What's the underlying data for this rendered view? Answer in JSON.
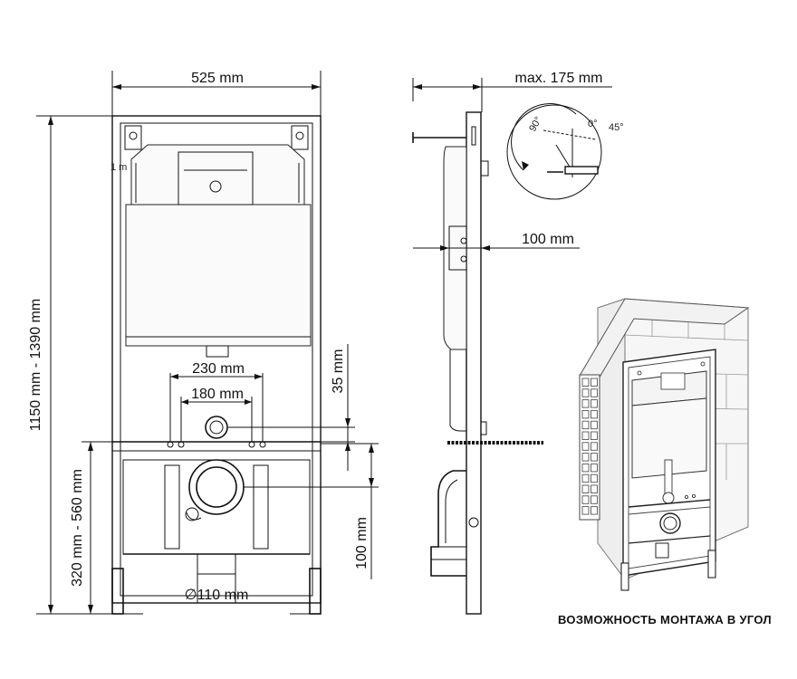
{
  "dimensions": {
    "width_total": "525 mm",
    "frame_height": "1150 mm - 1390 mm",
    "bolt_spacing_outer": "230 mm",
    "bolt_spacing_inner": "180 mm",
    "offset_35": "35 mm",
    "outlet_height": "320 mm - 560 mm",
    "outlet_offset": "100 mm",
    "pipe_diameter": "∅110 mm",
    "side_depth_max": "max. 175 mm",
    "side_depth": "100 mm",
    "angle_90": "90°",
    "angle_0": "0°",
    "angle_45": "45°",
    "marker_1m": "1 m"
  },
  "caption": "ВОЗМОЖНОСТЬ МОНТАЖА В УГОЛ",
  "colors": {
    "line": "#111111",
    "background": "#ffffff"
  }
}
